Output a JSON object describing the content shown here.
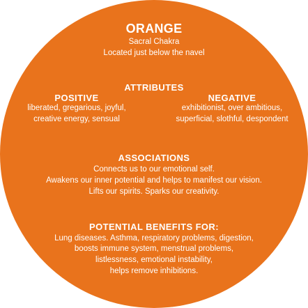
{
  "header": {
    "title": "ORANGE",
    "subtitle": "Sacral Chakra",
    "location": "Located just below the navel"
  },
  "attributes": {
    "heading": "ATTRIBUTES",
    "positive": {
      "label": "POSITIVE",
      "lines": [
        "liberated, gregarious, joyful,",
        "creative energy, sensual"
      ]
    },
    "negative": {
      "label": "NEGATIVE",
      "lines": [
        "exhibitionist, over ambitious,",
        "superficial, slothful, despondent"
      ]
    }
  },
  "associations": {
    "heading": "ASSOCIATIONS",
    "lines": [
      "Connects us to our emotional self.",
      "Awakens our inner potential and helps to manifest our vision.",
      "Lifts our spirits.  Sparks our creativity."
    ]
  },
  "benefits": {
    "heading": "POTENTIAL  BENEFITS FOR:",
    "lines": [
      "Lung diseases. Asthma, respiratory problems, digestion,",
      "boosts immune system, menstrual problems,",
      "listlessness, emotional instability,",
      "helps remove inhibitions."
    ]
  },
  "colors": {
    "background": "#ffffff",
    "circle": "#e9731c",
    "text": "#ffffff"
  }
}
